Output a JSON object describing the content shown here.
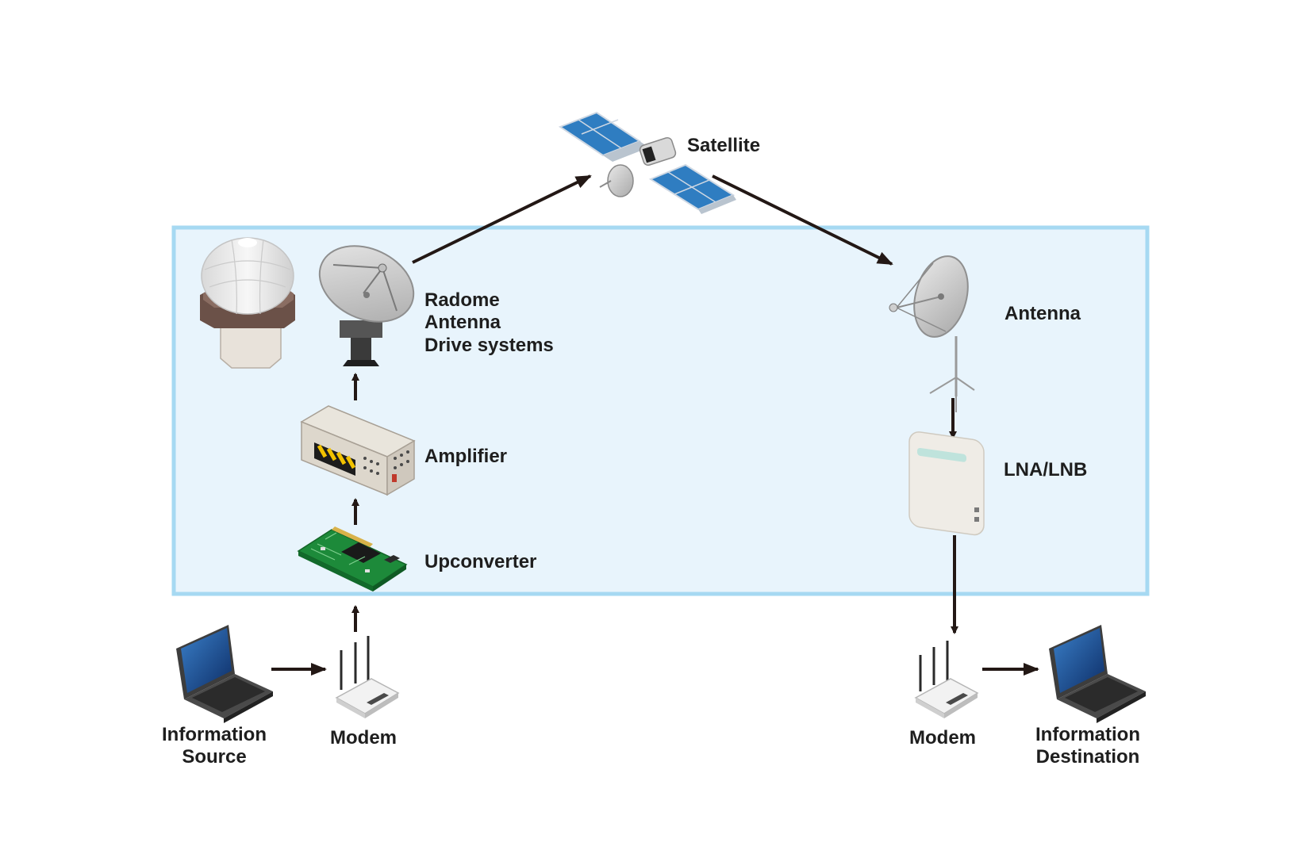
{
  "labels": {
    "satellite": "Satellite",
    "radome": "Radome",
    "antenna_tx": "Antenna",
    "drive_systems": "Drive systems",
    "amplifier": "Amplifier",
    "upconverter": "Upconverter",
    "antenna_rx": "Antenna",
    "lna_lnb": "LNA/LNB",
    "info_source_line1": "Information",
    "info_source_line2": "Source",
    "modem_tx": "Modem",
    "modem_rx": "Modem",
    "info_dest_line1": "Information",
    "info_dest_line2": "Destination"
  },
  "colors": {
    "ground_station_fill": "#e8f4fc",
    "ground_station_border": "#a6d9f2",
    "arrow": "#231815",
    "text": "#1e1e1e"
  },
  "icons": {
    "satellite": "satellite-icon",
    "radome": "radome-icon",
    "dish_tx": "dish-antenna-icon",
    "amplifier": "amplifier-icon",
    "upconverter": "circuit-board-icon",
    "dish_rx": "receiver-dish-icon",
    "lnb": "lnb-icon",
    "modem": "router-icon",
    "laptop": "laptop-icon"
  }
}
